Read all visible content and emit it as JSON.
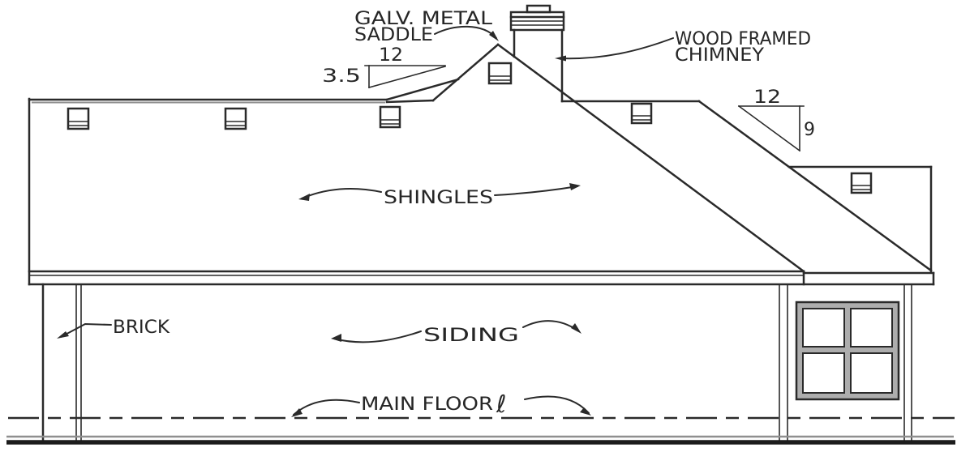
{
  "drawing": {
    "labels": {
      "galv_metal": "GALV. METAL",
      "saddle": "SADDLE",
      "wood_framed": "WOOD FRAMED",
      "chimney": "CHIMNEY",
      "shingles": "SHINGLES",
      "brick": "BRICK",
      "siding": "SIDING",
      "main_floor": "MAIN FLOOR",
      "centerline_symbol": "ℓ"
    },
    "pitches": {
      "saddle": {
        "run": "12",
        "rise": "3.5"
      },
      "main": {
        "run": "12",
        "rise": "9"
      }
    },
    "colors": {
      "ink": "#2a2a2a",
      "ink_soft": "#8f8f8f",
      "paper": "#ffffff",
      "window_frame_fill": "#adadad",
      "grade_line": "#1c1c1c"
    }
  }
}
